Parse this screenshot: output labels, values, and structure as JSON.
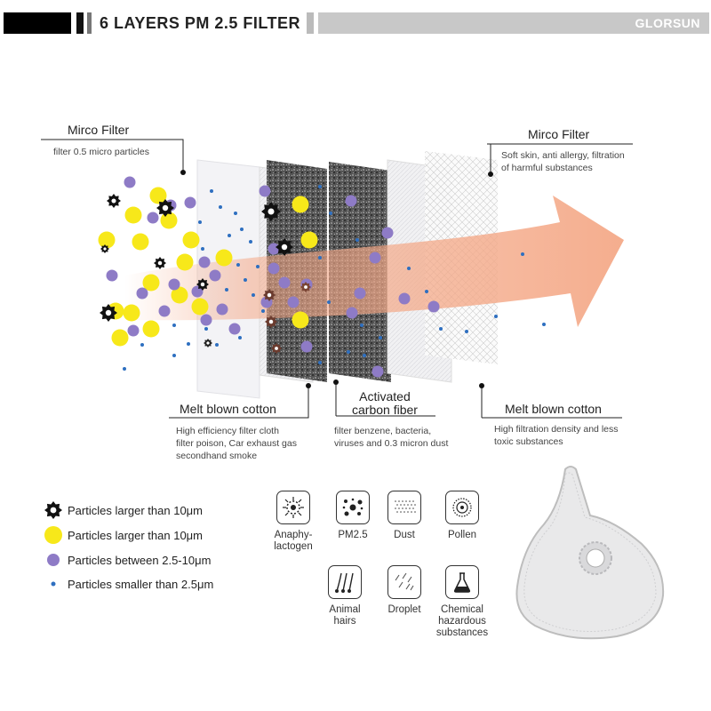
{
  "header": {
    "title": "6 LAYERS PM 2.5 FILTER",
    "brand": "GLORSUN"
  },
  "layers": {
    "micro_filter_left": {
      "title": "Mirco Filter",
      "desc": "filter 0.5 micro particles"
    },
    "micro_filter_right": {
      "title": "Mirco Filter",
      "desc_lines": [
        "Soft skin, anti allergy, filtration",
        "of harmful substances"
      ]
    },
    "melt_blown_left": {
      "title": "Melt blown cotton",
      "desc_lines": [
        "High efficiency filter cloth",
        "filter poison, Car exhaust gas",
        "secondhand smoke"
      ]
    },
    "activated_carbon": {
      "title_lines": [
        "Activated",
        "carbon fiber"
      ],
      "desc_lines": [
        "filter benzene, bacteria,",
        "viruses and 0.3 micron dust"
      ]
    },
    "melt_blown_right": {
      "title": "Melt blown cotton",
      "desc_lines": [
        "High filtration density and less",
        "toxic substances"
      ]
    }
  },
  "legend": [
    {
      "icon": "gear-particle-icon",
      "label": "Particles larger than 10μm"
    },
    {
      "icon": "yellow-dot-icon",
      "label": "Particles larger than 10μm",
      "color": "#f7e81a"
    },
    {
      "icon": "purple-dot-icon",
      "label": "Particles between 2.5-10μm",
      "color": "#8e7bc6"
    },
    {
      "icon": "blue-dot-icon",
      "label": "Particles smaller than 2.5μm",
      "color": "#2e6fc0"
    }
  ],
  "filters_icons": [
    {
      "icon": "virus-icon",
      "lines": [
        "Anaphy-",
        "lactogen"
      ]
    },
    {
      "icon": "pm25-icon",
      "lines": [
        "PM2.5"
      ]
    },
    {
      "icon": "dust-icon",
      "lines": [
        "Dust"
      ]
    },
    {
      "icon": "pollen-icon",
      "lines": [
        "Pollen"
      ]
    },
    {
      "icon": "animal-hair-icon",
      "lines": [
        "Animal",
        "hairs"
      ]
    },
    {
      "icon": "droplet-icon",
      "lines": [
        "Droplet"
      ]
    },
    {
      "icon": "chemical-flask-icon",
      "lines": [
        "Chemical",
        "hazardous",
        "substances"
      ]
    }
  ],
  "colors": {
    "arrow": "#f4a988",
    "yellow": "#f7e81a",
    "purple": "#8e7bc6",
    "blue": "#2e6fc0",
    "carbon": "#4a4a4a"
  }
}
